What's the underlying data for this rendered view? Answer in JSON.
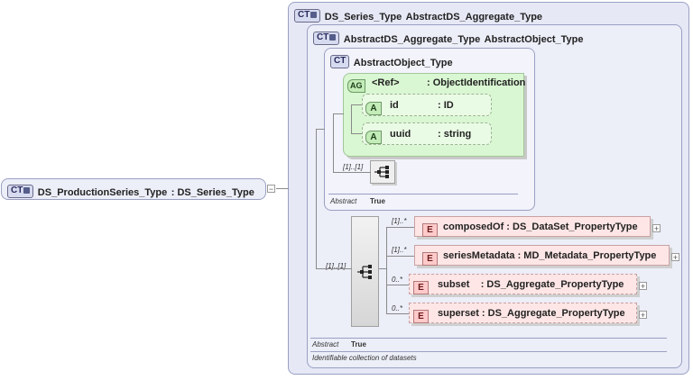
{
  "root": {
    "badge": "CT",
    "name": "DS_ProductionSeries_Type",
    "type": "DS_Series_Type"
  },
  "series_type": {
    "badge": "CT",
    "name": "DS_Series_Type",
    "type": "AbstractDS_Aggregate_Type"
  },
  "aggregate_type": {
    "badge": "CT",
    "name": "AbstractDS_Aggregate_Type",
    "type": "AbstractObject_Type"
  },
  "object_type": {
    "badge": "CT",
    "name": "AbstractObject_Type",
    "attribute_group": {
      "badge": "AG",
      "ref": "<Ref>",
      "type": ": ObjectIdentification"
    },
    "attributes": [
      {
        "badge": "A",
        "name": "id",
        "type": ": ID"
      },
      {
        "badge": "A",
        "name": "uuid",
        "type": ": string"
      }
    ],
    "sequence_cardinality": "[1]..[1]",
    "abstract_label": "Abstract",
    "abstract_value": "True"
  },
  "sequence_cardinality": "[1]..[1]",
  "elements": [
    {
      "badge": "E",
      "cardinality": "[1]..*",
      "name": "composedOf",
      "type": ": DS_DataSet_PropertyType",
      "expander": "+"
    },
    {
      "badge": "E",
      "cardinality": "[1]..*",
      "name": "seriesMetadata",
      "type": ": MD_Metadata_PropertyType",
      "expander": "+"
    },
    {
      "badge": "E",
      "cardinality": "0..*",
      "name": "subset",
      "type": ": DS_Aggregate_PropertyType",
      "expander": "+"
    },
    {
      "badge": "E",
      "cardinality": "0..*",
      "name": "superset",
      "type": ": DS_Aggregate_PropertyType",
      "expander": "+"
    }
  ],
  "aggregate_abstract_label": "Abstract",
  "aggregate_abstract_value": "True",
  "documentation": "Identifiable collection of datasets",
  "root_expander": "−"
}
